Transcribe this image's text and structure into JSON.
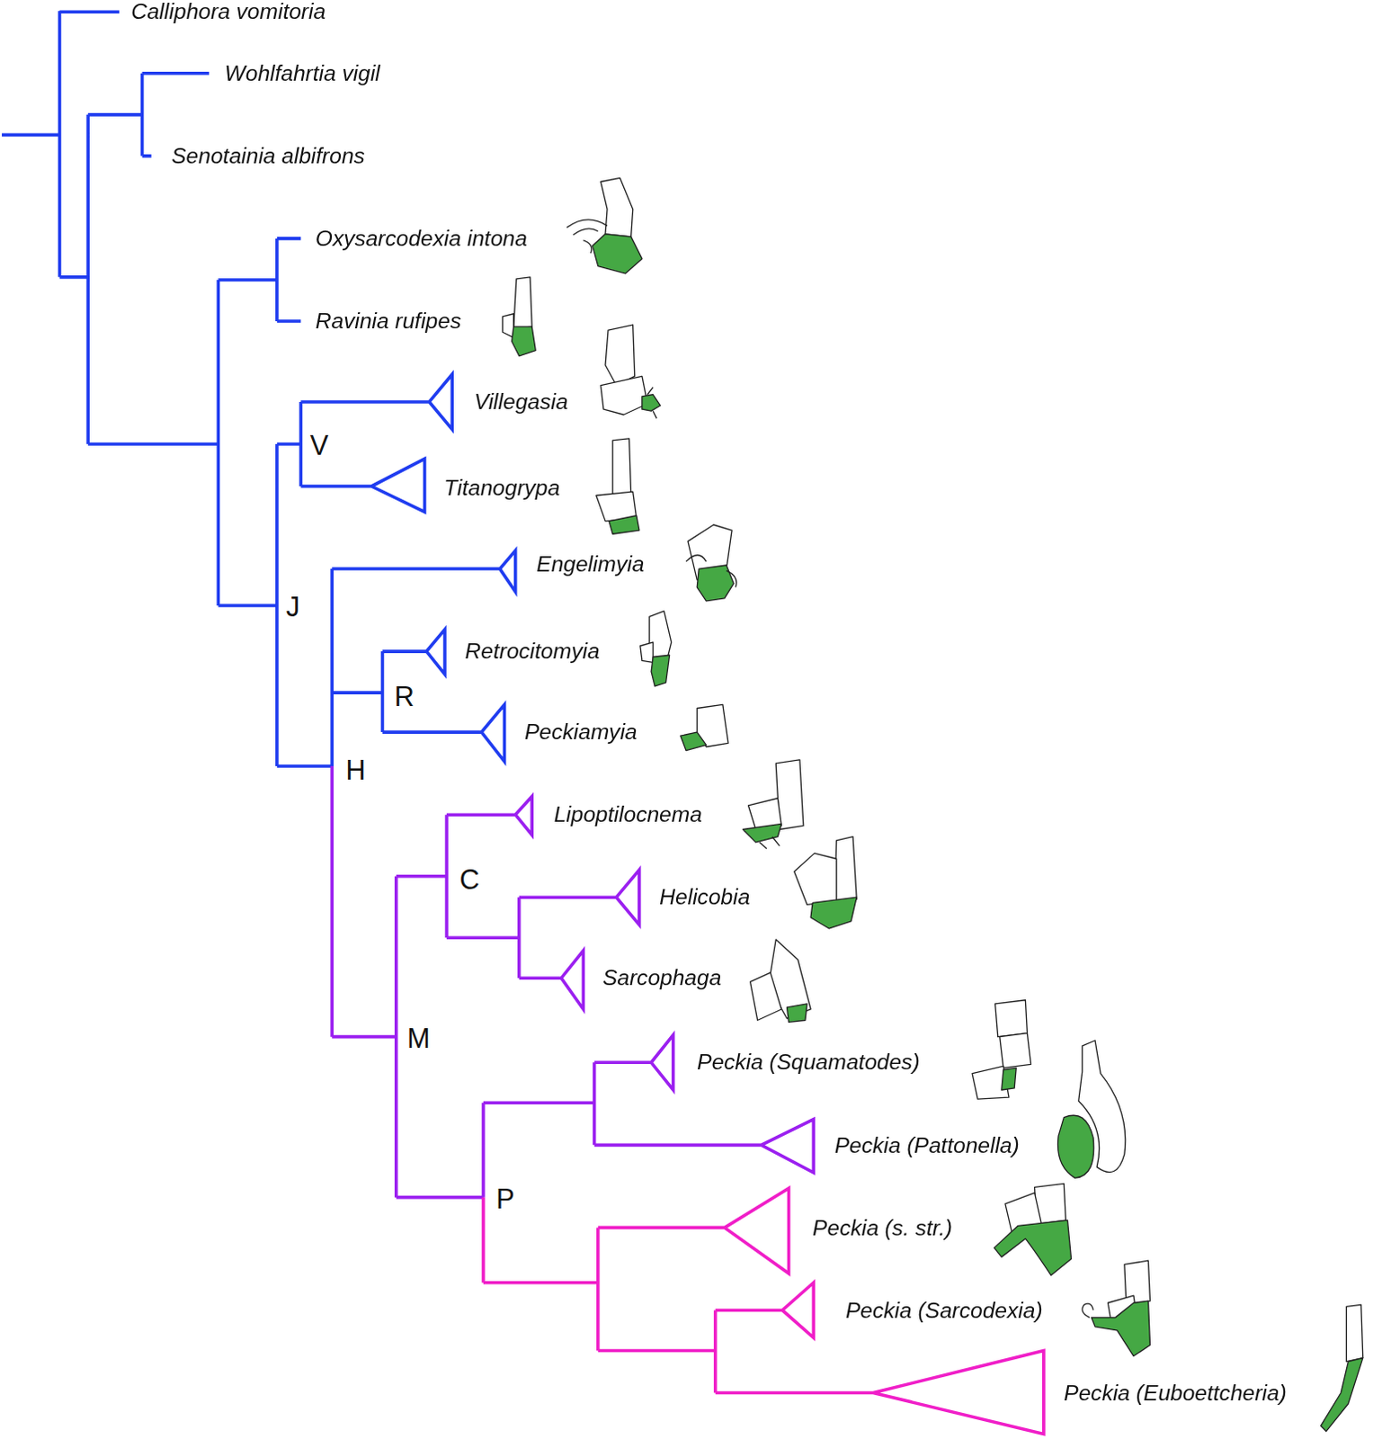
{
  "diagram": {
    "labels": [
      "Calliphora vomitoria",
      "Wohlfahrtia vigil",
      "Senotainia albifrons",
      "Oxysarcodexia intona",
      "Ravinia rufipes",
      "Villegasia",
      "V",
      "Titanogrypa",
      "Engelimyia",
      "J",
      "Retrocitomyia",
      "R",
      "Peckiamyia",
      "H",
      "Lipoptilocnema",
      "C",
      "Helicobia",
      "Sarcophaga",
      "M",
      "Peckia (Squamatodes)",
      "Peckia (Pattonella)",
      "P",
      "Peckia (s. str.)",
      "Peckia (Sarcodexia)",
      "Peckia (Euboettcheria)"
    ]
  }
}
